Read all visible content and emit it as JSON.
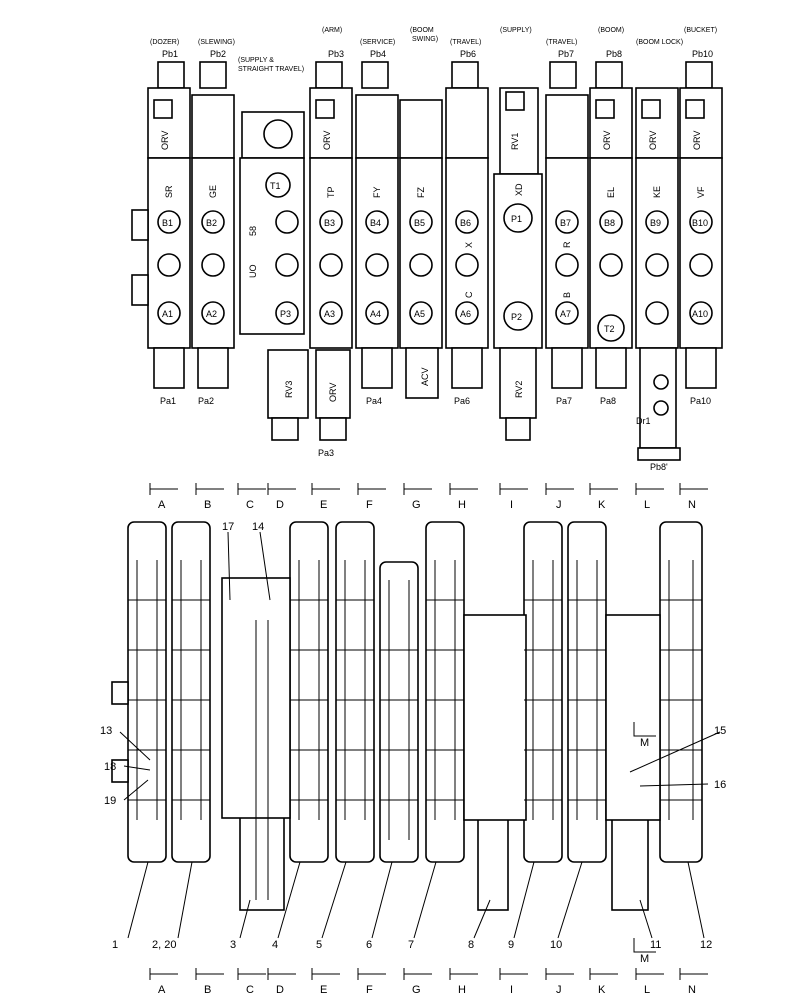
{
  "top_view": {
    "functions": [
      "(DOZER)",
      "(SLEWING)",
      "(SUPPLY &",
      "STRAIGHT TRAVEL)",
      "(ARM)",
      "(SERVICE)",
      "(BOOM",
      "SWING)",
      "(TRAVEL)",
      "(SUPPLY)",
      "(TRAVEL)",
      "(BOOM)",
      "(BOOM LOCK)",
      "(BUCKET)"
    ],
    "pilot_b": [
      "Pb1",
      "Pb2",
      "Pb3",
      "Pb4",
      "Pb6",
      "Pb7",
      "Pb8",
      "Pb10"
    ],
    "pilot_a": [
      "Pa1",
      "Pa2",
      "Pa3",
      "Pa4",
      "Pa6",
      "Pa7",
      "Pa8",
      "Pa10",
      "Pb8'"
    ],
    "port_b": [
      "B1",
      "B2",
      "B3",
      "B4",
      "B5",
      "B6",
      "B7",
      "B8",
      "B9",
      "B10"
    ],
    "port_a": [
      "A1",
      "A2",
      "A3",
      "A4",
      "A5",
      "A6",
      "A7",
      "A10"
    ],
    "spool_codes": [
      "SR",
      "GE",
      "TP",
      "FY",
      "FZ",
      "XD",
      "EL",
      "KE",
      "VF"
    ],
    "section_codes": [
      "UO",
      "58",
      "C",
      "X",
      "B",
      "R"
    ],
    "ports_misc": [
      "T1",
      "P3",
      "P1",
      "P2",
      "T2",
      "Dr1"
    ],
    "valves": [
      "ORV",
      "RV1",
      "RV2",
      "RV3",
      "ACV"
    ]
  },
  "sections": [
    "A",
    "B",
    "C",
    "D",
    "E",
    "F",
    "G",
    "H",
    "I",
    "J",
    "K",
    "L",
    "N"
  ],
  "section_m": "M",
  "callouts": [
    "1",
    "2, 20",
    "3",
    "4",
    "5",
    "6",
    "7",
    "8",
    "9",
    "10",
    "11",
    "12",
    "13",
    "14",
    "15",
    "16",
    "17",
    "18",
    "19"
  ]
}
